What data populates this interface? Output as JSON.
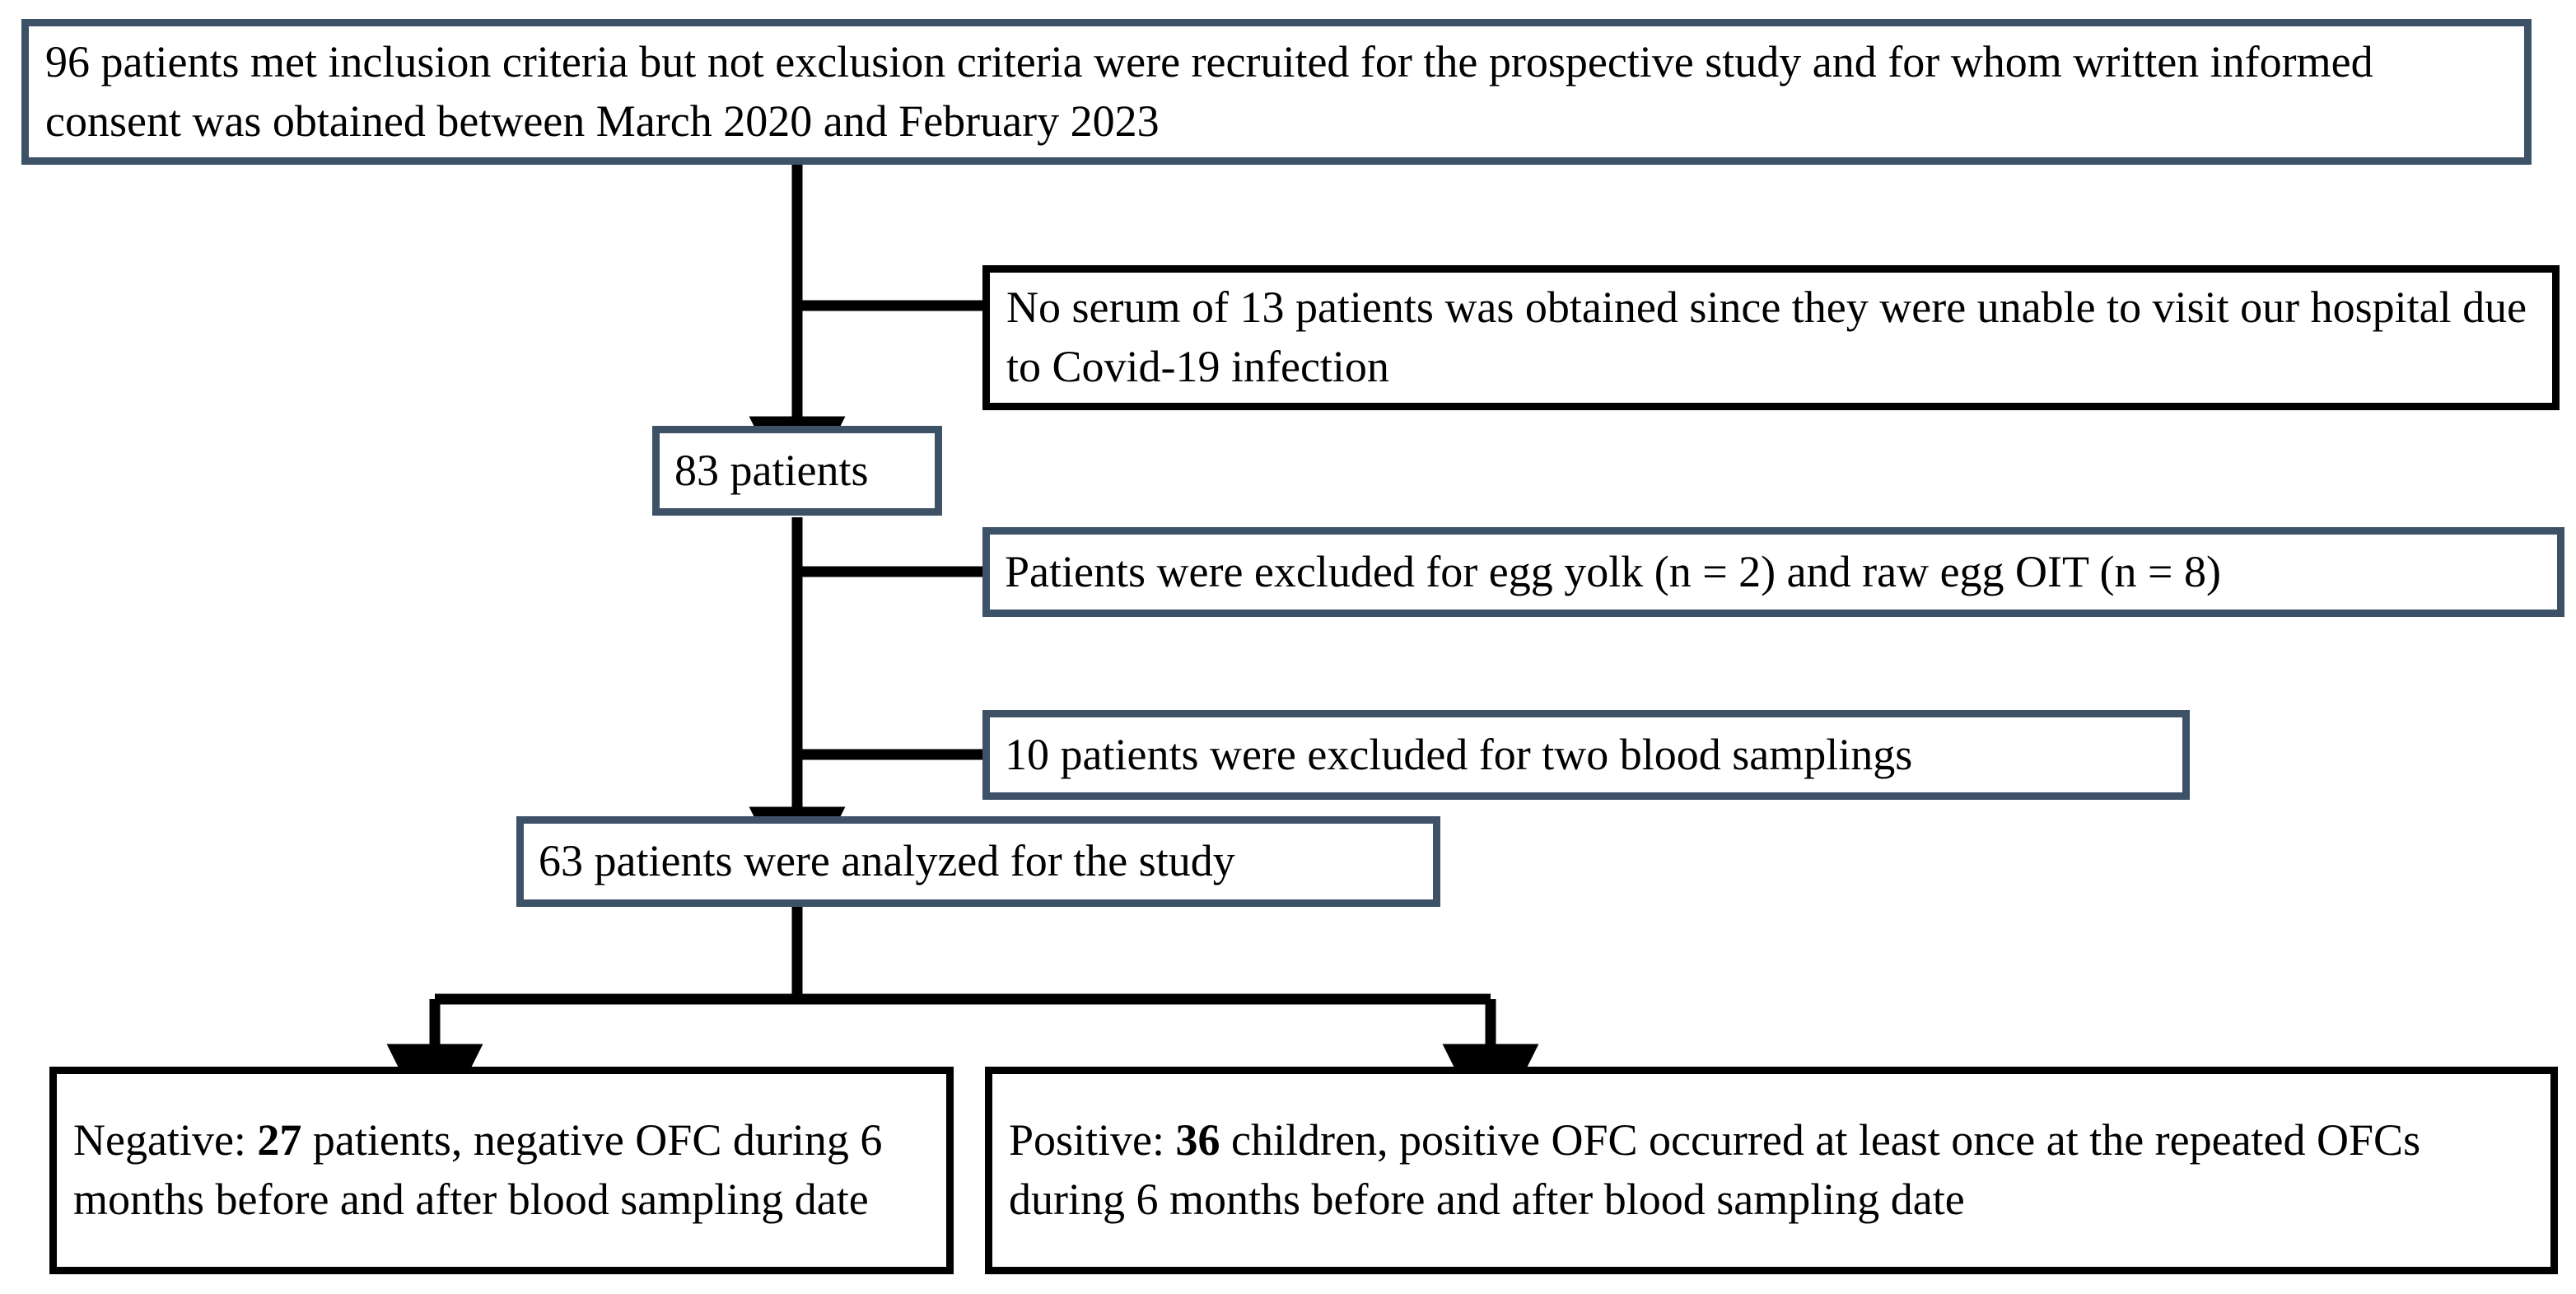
{
  "diagram": {
    "type": "patient-flow-chart",
    "colors": {
      "accent_border": "#3d5167",
      "plain_border": "#000000",
      "connector": "#000000",
      "background": "#ffffff",
      "text": "#000000"
    },
    "nodes": {
      "enrolled": {
        "id": "enrolled",
        "border_style": "accent",
        "text": "96 patients met inclusion criteria but not exclusion criteria were recruited for the prospective study and  for whom written informed consent was obtained  between March 2020 and February 2023",
        "count": 96,
        "period_start": "March 2020",
        "period_end": "February 2023"
      },
      "no_serum": {
        "id": "no-serum-excluded",
        "border_style": "plain",
        "text": "No serum of 13 patients was obtained since they were unable to visit our hospital due to Covid-19 infection",
        "count": 13
      },
      "remaining_83": {
        "id": "83-patients",
        "border_style": "accent",
        "text": "83 patients",
        "count": 83
      },
      "egg_yolk_excluded": {
        "id": "egg-yolk-oit-excluded",
        "border_style": "accent",
        "text": "Patients were excluded for egg yolk  (n = 2) and raw egg OIT (n = 8)",
        "egg_yolk_n": 2,
        "raw_egg_oit_n": 8
      },
      "two_blood_excluded": {
        "id": "two-blood-samplings-excluded",
        "border_style": "accent",
        "text": "10 patients were excluded for two blood samplings",
        "count": 10
      },
      "analyzed_63": {
        "id": "63-patients-analyzed",
        "border_style": "accent",
        "text": "63 patients were analyzed for the study",
        "count": 63
      },
      "negative": {
        "id": "negative-outcome",
        "border_style": "plain",
        "prefix": "Negative: ",
        "bold_count": "27",
        "suffix": " patients, negative OFC during  6 months before and after blood sampling date",
        "count": 27
      },
      "positive": {
        "id": "positive-outcome",
        "border_style": "plain",
        "prefix": "Positive: ",
        "bold_count": "36",
        "suffix": " children, positive OFC occurred at least once at the repeated OFCs during 6 months before and after blood sampling date",
        "count": 36
      }
    },
    "edges": [
      {
        "from": "enrolled",
        "to": "remaining_83",
        "kind": "arrow-down"
      },
      {
        "from": "enrolled-trunk",
        "to": "no_serum",
        "kind": "branch-right"
      },
      {
        "from": "remaining_83",
        "to": "egg_yolk_excluded",
        "kind": "branch-right"
      },
      {
        "from": "remaining_83-trunk",
        "to": "two_blood_excluded",
        "kind": "branch-right"
      },
      {
        "from": "remaining_83",
        "to": "analyzed_63",
        "kind": "arrow-down"
      },
      {
        "from": "analyzed_63",
        "to": "negative",
        "kind": "split-arrow-down-left"
      },
      {
        "from": "analyzed_63",
        "to": "positive",
        "kind": "split-arrow-down-right"
      }
    ]
  }
}
